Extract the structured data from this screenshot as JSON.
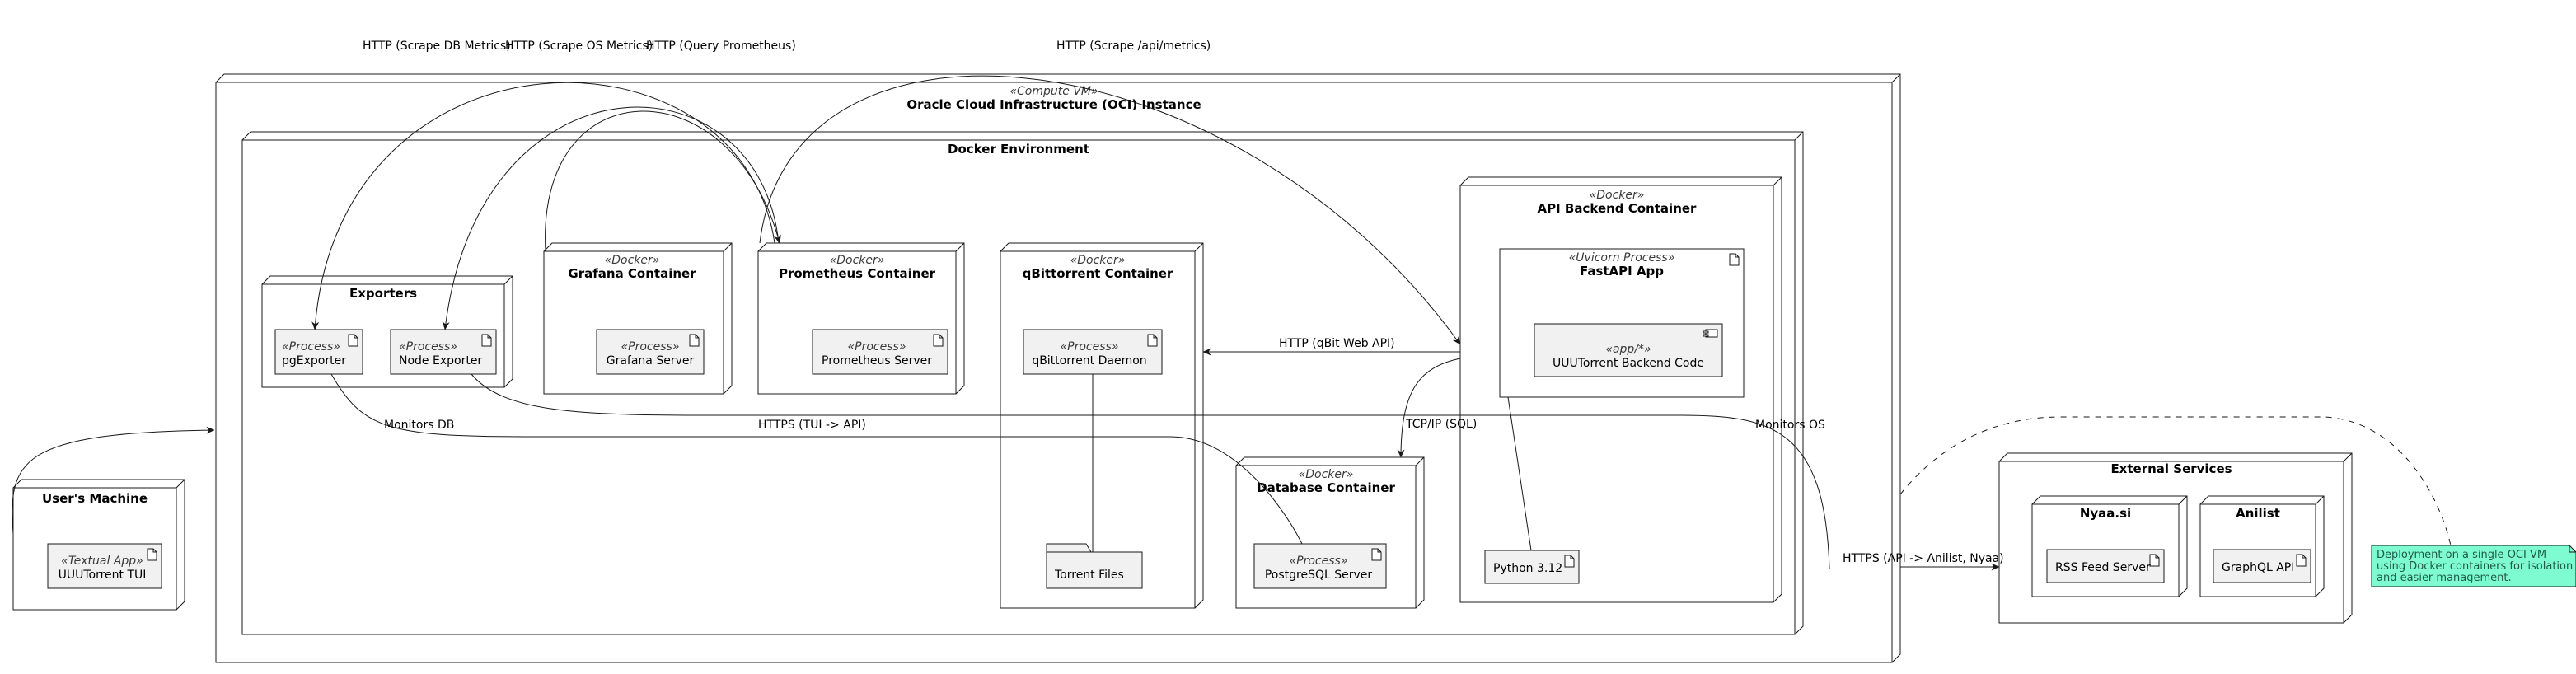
{
  "colors": {
    "line": "#181818",
    "artifact_fill": "#f1f1f1",
    "note_fill": "#7ffbd1",
    "note_text": "#1f5a48"
  },
  "nodes": {
    "oci": {
      "stereotype": "«Compute VM»",
      "title": "Oracle Cloud Infrastructure (OCI) Instance"
    },
    "docker_env": {
      "title": "Docker Environment"
    },
    "exporters": {
      "title": "Exporters"
    },
    "grafana": {
      "stereotype": "«Docker»",
      "title": "Grafana Container"
    },
    "prometheus": {
      "stereotype": "«Docker»",
      "title": "Prometheus Container"
    },
    "qbittorrent": {
      "stereotype": "«Docker»",
      "title": "qBittorrent Container"
    },
    "database": {
      "stereotype": "«Docker»",
      "title": "Database Container"
    },
    "api_backend": {
      "stereotype": "«Docker»",
      "title": "API Backend Container"
    },
    "fastapi": {
      "stereotype": "«Uvicorn Process»",
      "title": "FastAPI App"
    },
    "users_machine": {
      "title": "User's Machine"
    },
    "external": {
      "title": "External Services"
    },
    "nyaa": {
      "title": "Nyaa.si"
    },
    "anilist": {
      "title": "Anilist"
    }
  },
  "artifacts": {
    "pg_exporter": {
      "stereotype": "«Process»",
      "name": "pgExporter"
    },
    "node_exporter": {
      "stereotype": "«Process»",
      "name": "Node Exporter"
    },
    "grafana_server": {
      "stereotype": "«Process»",
      "name": "Grafana Server"
    },
    "prometheus_server": {
      "stereotype": "«Process»",
      "name": "Prometheus Server"
    },
    "qbit_daemon": {
      "stereotype": "«Process»",
      "name": "qBittorrent Daemon"
    },
    "torrent_files": {
      "name": "Torrent Files"
    },
    "postgres": {
      "stereotype": "«Process»",
      "name": "PostgreSQL Server"
    },
    "backend_code": {
      "stereotype": "«app/*»",
      "name": "UUUTorrent Backend Code"
    },
    "python": {
      "name": "Python 3.12"
    },
    "tui": {
      "stereotype": "«Textual App»",
      "name": "UUUTorrent TUI"
    },
    "rss": {
      "name": "RSS Feed Server"
    },
    "graphql": {
      "name": "GraphQL API"
    }
  },
  "edges": {
    "scrape_db": "HTTP (Scrape DB Metrics)",
    "scrape_os": "HTTP (Scrape OS Metrics)",
    "query_prom": "HTTP (Query Prometheus)",
    "scrape_api": "HTTP (Scrape /api/metrics)",
    "qbit_web": "HTTP (qBit Web API)",
    "tcp_sql": "TCP/IP (SQL)",
    "monitors_db": "Monitors DB",
    "tui_api": "HTTPS (TUI -> API)",
    "monitors_os": "Monitors OS",
    "external_https": "HTTPS (API -> Anilist, Nyaa)"
  },
  "note": {
    "lines": [
      "Deployment on a single OCI VM",
      "using Docker containers for isolation",
      "and easier management."
    ]
  }
}
